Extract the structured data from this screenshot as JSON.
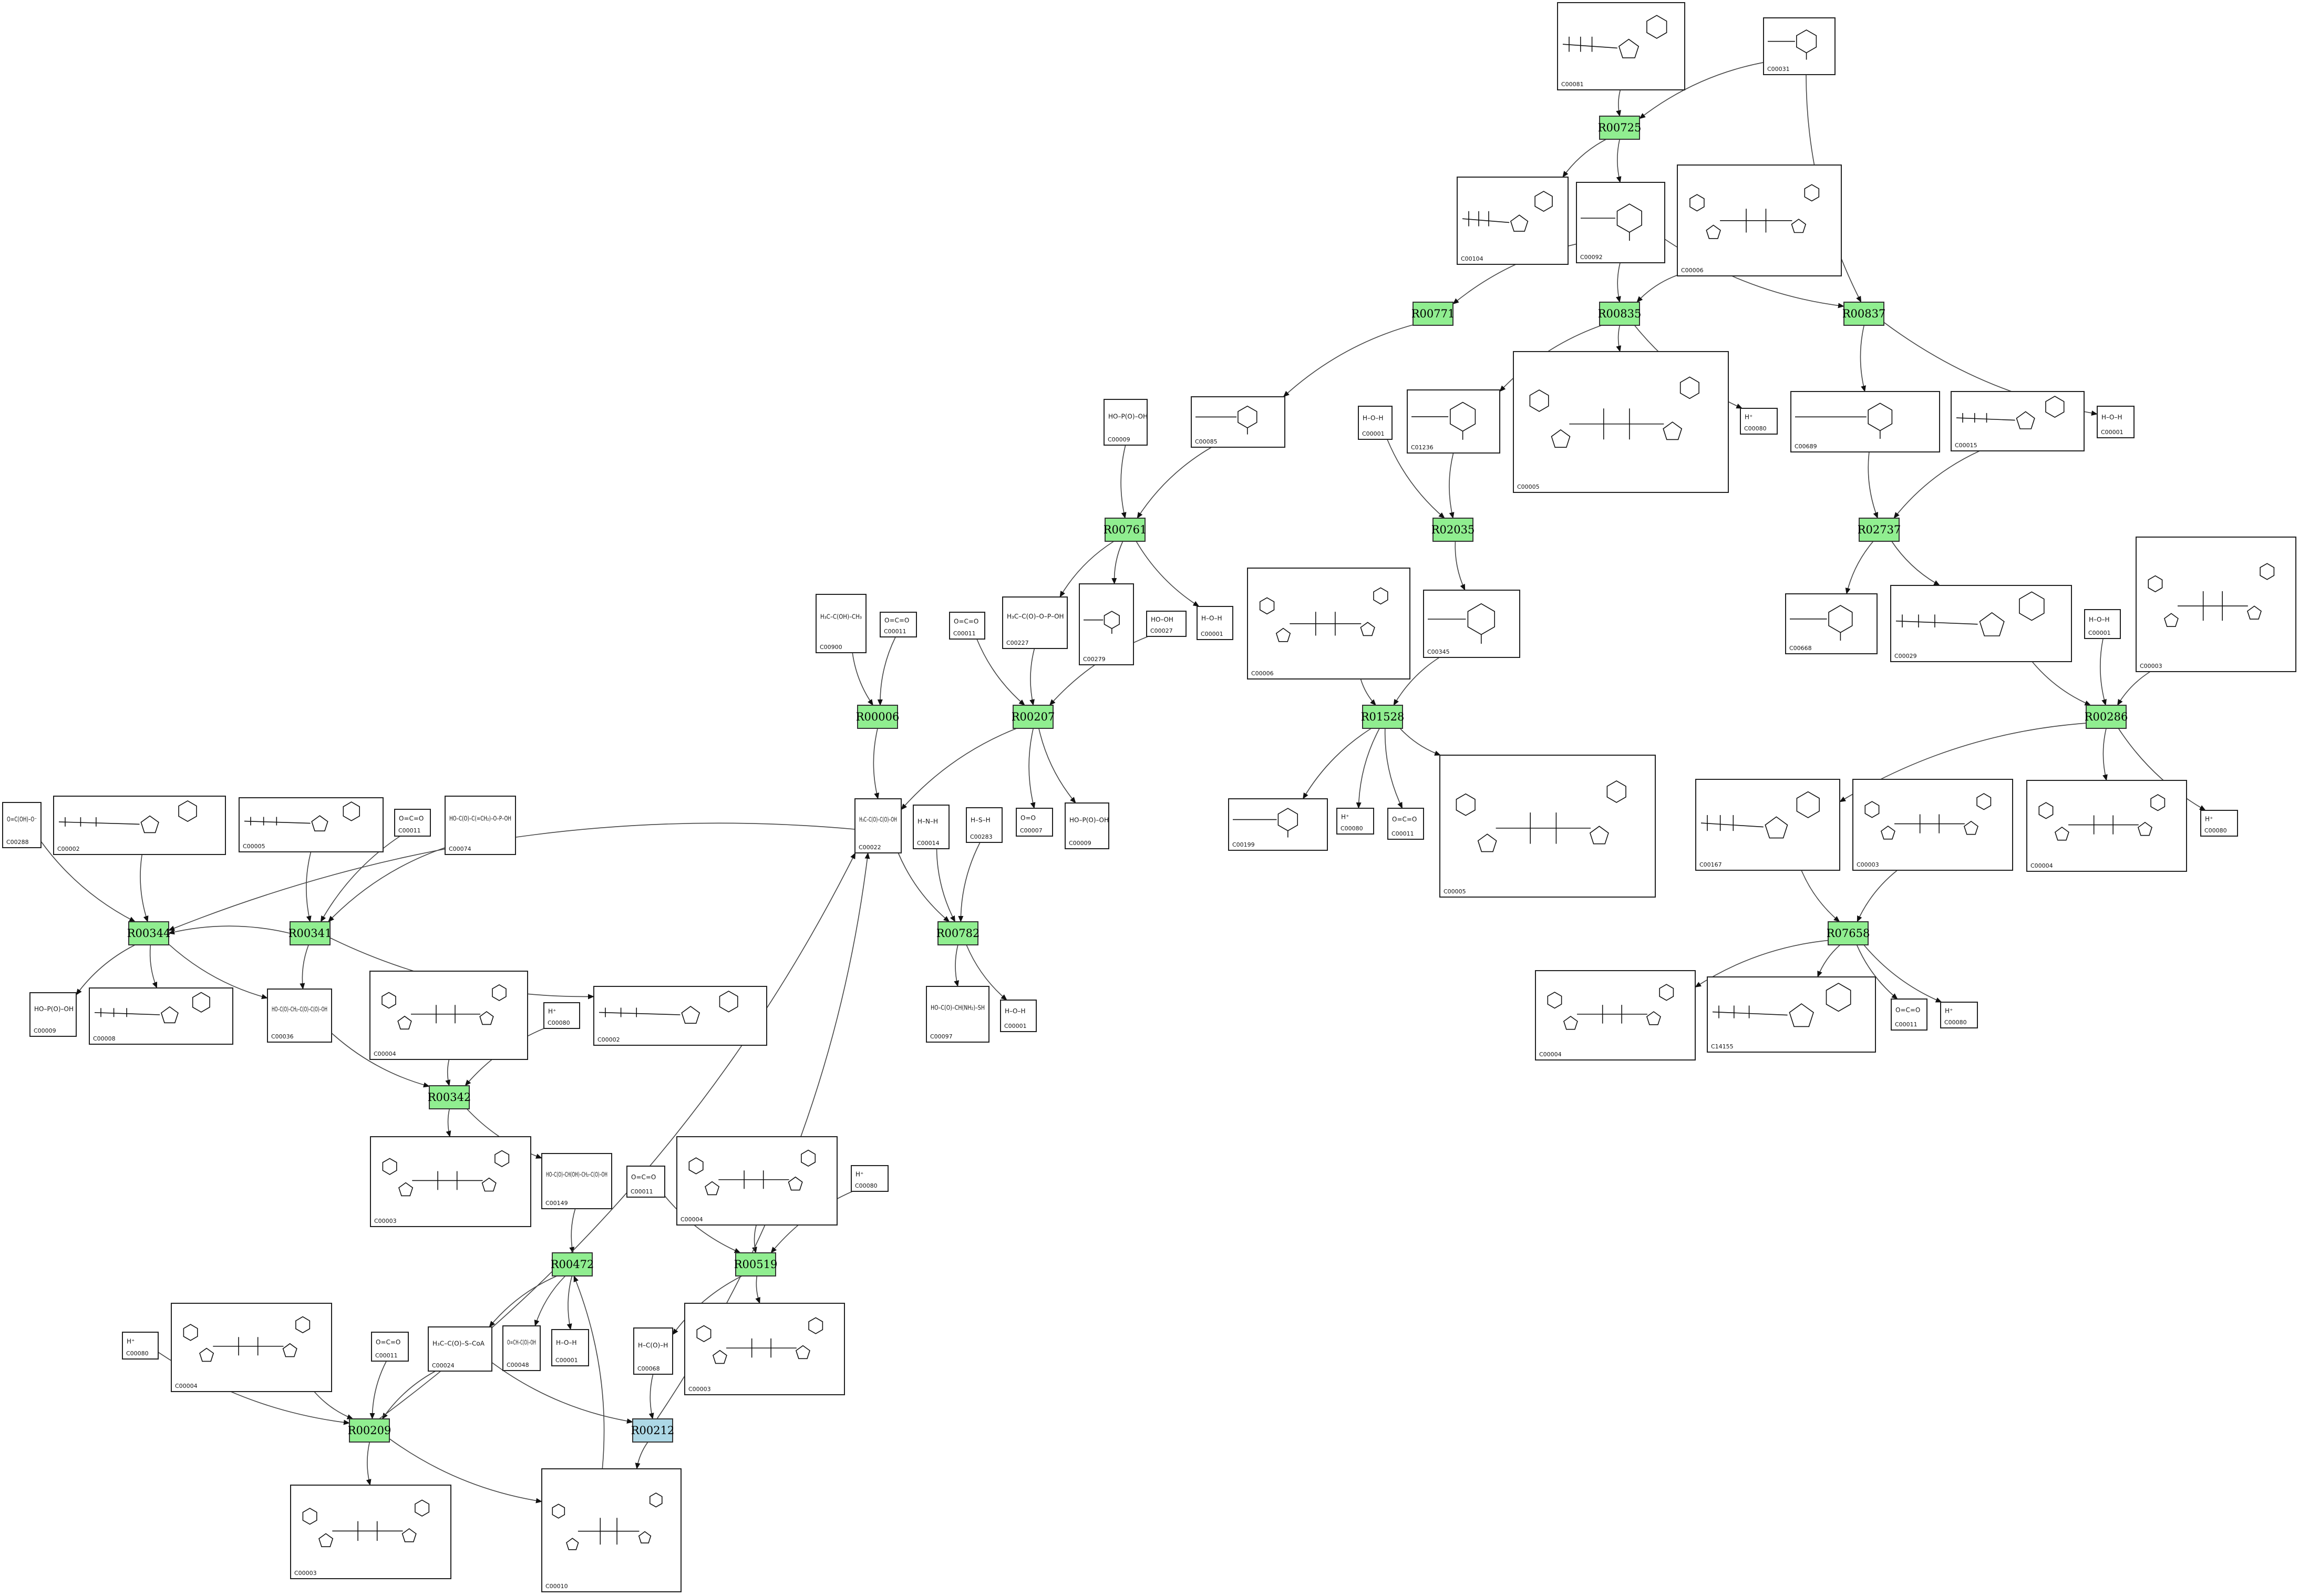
{
  "colors": {
    "reaction_fill": "#90ee90",
    "reaction_highlight_fill": "#add8e6",
    "line": "#444444",
    "box_border": "#222222"
  },
  "reactions": [
    {
      "id": "r00725",
      "label": "R00725",
      "highlight": false
    },
    {
      "id": "r00771",
      "label": "R00771",
      "highlight": false
    },
    {
      "id": "r00835",
      "label": "R00835",
      "highlight": false
    },
    {
      "id": "r00837",
      "label": "R00837",
      "highlight": false
    },
    {
      "id": "r00761",
      "label": "R00761",
      "highlight": false
    },
    {
      "id": "r02035",
      "label": "R02035",
      "highlight": false
    },
    {
      "id": "r02737",
      "label": "R02737",
      "highlight": false
    },
    {
      "id": "r00006",
      "label": "R00006",
      "highlight": false
    },
    {
      "id": "r00207",
      "label": "R00207",
      "highlight": false
    },
    {
      "id": "r01528",
      "label": "R01528",
      "highlight": false
    },
    {
      "id": "r00286",
      "label": "R00286",
      "highlight": false
    },
    {
      "id": "r00344",
      "label": "R00344",
      "highlight": false
    },
    {
      "id": "r00341",
      "label": "R00341",
      "highlight": false
    },
    {
      "id": "r00782",
      "label": "R00782",
      "highlight": false
    },
    {
      "id": "r07658",
      "label": "R07658",
      "highlight": false
    },
    {
      "id": "r00342",
      "label": "R00342",
      "highlight": false
    },
    {
      "id": "r00472",
      "label": "R00472",
      "highlight": false
    },
    {
      "id": "r00519",
      "label": "R00519",
      "highlight": false
    },
    {
      "id": "r00209",
      "label": "R00209",
      "highlight": false
    },
    {
      "id": "r00212",
      "label": "R00212",
      "highlight": true
    }
  ],
  "compounds": [
    {
      "id": "c00081",
      "code": "C00081",
      "kind": "nucleotide",
      "symbol": ""
    },
    {
      "id": "c00031_top",
      "code": "C00031",
      "kind": "sugar",
      "symbol": ""
    },
    {
      "id": "c00104",
      "code": "C00104",
      "kind": "nucleotide",
      "symbol": ""
    },
    {
      "id": "c00092",
      "code": "C00092",
      "kind": "sugar",
      "symbol": ""
    },
    {
      "id": "c00006_top",
      "code": "C00006",
      "kind": "dinucleotide",
      "symbol": ""
    },
    {
      "id": "c00009_a",
      "code": "C00009",
      "kind": "small",
      "symbol": "HO–P(O)–OH"
    },
    {
      "id": "c00085",
      "code": "C00085",
      "kind": "sugar",
      "symbol": ""
    },
    {
      "id": "c00001_a",
      "code": "C00001",
      "kind": "small",
      "symbol": "H–O–H"
    },
    {
      "id": "c01236",
      "code": "C01236",
      "kind": "sugar",
      "symbol": ""
    },
    {
      "id": "c00005_top",
      "code": "C00005",
      "kind": "dinucleotide",
      "symbol": ""
    },
    {
      "id": "c00080_a",
      "code": "C00080",
      "kind": "small",
      "symbol": "H⁺"
    },
    {
      "id": "c00689",
      "code": "C00689",
      "kind": "sugar",
      "symbol": ""
    },
    {
      "id": "c00015",
      "code": "C00015",
      "kind": "nucleotide",
      "symbol": ""
    },
    {
      "id": "c00001_b",
      "code": "C00001",
      "kind": "small",
      "symbol": "H–O–H"
    },
    {
      "id": "c00900",
      "code": "C00900",
      "kind": "small",
      "symbol": "H₃C–C(OH)–CH₃"
    },
    {
      "id": "c00011_a",
      "code": "C00011",
      "kind": "small",
      "symbol": "O=C=O"
    },
    {
      "id": "c00011_b",
      "code": "C00011",
      "kind": "small",
      "symbol": "O=C=O"
    },
    {
      "id": "c00227",
      "code": "C00227",
      "kind": "small",
      "symbol": "H₃C–C(O)–O–P–OH"
    },
    {
      "id": "c00279",
      "code": "C00279",
      "kind": "sugar",
      "symbol": ""
    },
    {
      "id": "c00027",
      "code": "C00027",
      "kind": "small",
      "symbol": "HO–OH"
    },
    {
      "id": "c00001_c",
      "code": "C00001",
      "kind": "small",
      "symbol": "H–O–H"
    },
    {
      "id": "c00006_mid",
      "code": "C00006",
      "kind": "dinucleotide",
      "symbol": ""
    },
    {
      "id": "c00345",
      "code": "C00345",
      "kind": "sugar",
      "symbol": ""
    },
    {
      "id": "c00668",
      "code": "C00668",
      "kind": "sugar",
      "symbol": ""
    },
    {
      "id": "c00029",
      "code": "C00029",
      "kind": "nucleotide",
      "symbol": ""
    },
    {
      "id": "c00001_d",
      "code": "C00001",
      "kind": "small",
      "symbol": "H–O–H"
    },
    {
      "id": "c00003_top",
      "code": "C00003",
      "kind": "dinucleotide",
      "symbol": ""
    },
    {
      "id": "c00022",
      "code": "C00022",
      "kind": "small",
      "symbol": "H₃C–C(O)–C(O)–OH"
    },
    {
      "id": "c00014",
      "code": "C00014",
      "kind": "small",
      "symbol": "H–N–H"
    },
    {
      "id": "c00283",
      "code": "C00283",
      "kind": "small",
      "symbol": "H–S–H"
    },
    {
      "id": "c00007",
      "code": "C00007",
      "kind": "small",
      "symbol": "O=O"
    },
    {
      "id": "c00009_b",
      "code": "C00009",
      "kind": "small",
      "symbol": "HO–P(O)–OH"
    },
    {
      "id": "c00199",
      "code": "C00199",
      "kind": "sugar",
      "symbol": ""
    },
    {
      "id": "c00080_b",
      "code": "C00080",
      "kind": "small",
      "symbol": "H⁺"
    },
    {
      "id": "c00011_c",
      "code": "C00011",
      "kind": "small",
      "symbol": "O=C=O"
    },
    {
      "id": "c00005_mid",
      "code": "C00005",
      "kind": "dinucleotide",
      "symbol": ""
    },
    {
      "id": "c00167",
      "code": "C00167",
      "kind": "nucleotide",
      "symbol": ""
    },
    {
      "id": "c00003_mid",
      "code": "C00003",
      "kind": "dinucleotide",
      "symbol": ""
    },
    {
      "id": "c00004_a",
      "code": "C00004",
      "kind": "dinucleotide",
      "symbol": ""
    },
    {
      "id": "c00080_c",
      "code": "C00080",
      "kind": "small",
      "symbol": "H⁺"
    },
    {
      "id": "c00288",
      "code": "C00288",
      "kind": "small",
      "symbol": "O=C(OH)–O⁻"
    },
    {
      "id": "c00002_a",
      "code": "C00002",
      "kind": "nucleotide",
      "symbol": ""
    },
    {
      "id": "c00005_left",
      "code": "C00005",
      "kind": "nucleotide",
      "symbol": ""
    },
    {
      "id": "c00011_d",
      "code": "C00011",
      "kind": "small",
      "symbol": "O=C=O"
    },
    {
      "id": "c00074",
      "code": "C00074",
      "kind": "small",
      "symbol": "HO–C(O)–C(=CH₂)–O–P–OH"
    },
    {
      "id": "c00009_c",
      "code": "C00009",
      "kind": "small",
      "symbol": "HO–P(O)–OH"
    },
    {
      "id": "c00008",
      "code": "C00008",
      "kind": "nucleotide",
      "symbol": ""
    },
    {
      "id": "c00036",
      "code": "C00036",
      "kind": "small",
      "symbol": "HO–C(O)–CH₂–C(O)–C(O)–OH"
    },
    {
      "id": "c00004_b",
      "code": "C00004",
      "kind": "dinucleotide",
      "symbol": ""
    },
    {
      "id": "c00080_d",
      "code": "C00080",
      "kind": "small",
      "symbol": "H⁺"
    },
    {
      "id": "c00002_b",
      "code": "C00002",
      "kind": "nucleotide",
      "symbol": ""
    },
    {
      "id": "c00097",
      "code": "C00097",
      "kind": "small",
      "symbol": "HO–C(O)–CH(NH₂)–SH"
    },
    {
      "id": "c00001_e",
      "code": "C00001",
      "kind": "small",
      "symbol": "H–O–H"
    },
    {
      "id": "c00004_c",
      "code": "C00004",
      "kind": "dinucleotide",
      "symbol": ""
    },
    {
      "id": "c14155",
      "code": "C14155",
      "kind": "nucleotide",
      "symbol": ""
    },
    {
      "id": "c00011_e",
      "code": "C00011",
      "kind": "small",
      "symbol": "O=C=O"
    },
    {
      "id": "c00080_e",
      "code": "C00080",
      "kind": "small",
      "symbol": "H⁺"
    },
    {
      "id": "c00004_d",
      "code": "C00004",
      "kind": "dinucleotide",
      "symbol": ""
    },
    {
      "id": "c00080_f",
      "code": "C00080",
      "kind": "small",
      "symbol": "H⁺"
    },
    {
      "id": "c00003_b",
      "code": "C00003",
      "kind": "dinucleotide",
      "symbol": ""
    },
    {
      "id": "c00149",
      "code": "C00149",
      "kind": "small",
      "symbol": "HO–C(O)–CH(OH)–CH₂–C(O)–OH"
    },
    {
      "id": "c00011_f",
      "code": "C00011",
      "kind": "small",
      "symbol": "O=C=O"
    },
    {
      "id": "c00004_e",
      "code": "C00004",
      "kind": "dinucleotide",
      "symbol": ""
    },
    {
      "id": "c00080_g",
      "code": "C00080",
      "kind": "small",
      "symbol": "H⁺"
    },
    {
      "id": "c00024",
      "code": "C00024",
      "kind": "small",
      "symbol": "H₃C–C(O)–S–CoA"
    },
    {
      "id": "c00048",
      "code": "C00048",
      "kind": "small",
      "symbol": "O=CH–C(O)–OH"
    },
    {
      "id": "c00001_f",
      "code": "C00001",
      "kind": "small",
      "symbol": "H–O–H"
    },
    {
      "id": "c00068",
      "code": "C00068",
      "kind": "small",
      "symbol": "H–C(O)–H"
    },
    {
      "id": "c00003_c",
      "code": "C00003",
      "kind": "dinucleotide",
      "symbol": ""
    },
    {
      "id": "c00080_h",
      "code": "C00080",
      "kind": "small",
      "symbol": "H⁺"
    },
    {
      "id": "c00004_f",
      "code": "C00004",
      "kind": "dinucleotide",
      "symbol": ""
    },
    {
      "id": "c00011_g",
      "code": "C00011",
      "kind": "small",
      "symbol": "O=C=O"
    },
    {
      "id": "c00003_d",
      "code": "C00003",
      "kind": "dinucleotide",
      "symbol": ""
    },
    {
      "id": "c00010",
      "code": "C00010",
      "kind": "dinucleotide",
      "symbol": ""
    }
  ],
  "edges": [
    [
      "c00081",
      "r00725"
    ],
    [
      "c00031_top",
      "r00725"
    ],
    [
      "c00031_top",
      "r00837"
    ],
    [
      "r00725",
      "c00104"
    ],
    [
      "r00725",
      "c00092"
    ],
    [
      "c00092",
      "r00771"
    ],
    [
      "c00092",
      "r00835"
    ],
    [
      "c00092",
      "r00837"
    ],
    [
      "c00006_top",
      "r00835"
    ],
    [
      "r00771",
      "c00085"
    ],
    [
      "r00835",
      "c01236"
    ],
    [
      "r00835",
      "c00005_top"
    ],
    [
      "r00835",
      "c00080_a"
    ],
    [
      "r00837",
      "c00689"
    ],
    [
      "r00837",
      "c00001_b"
    ],
    [
      "c00009_a",
      "r00761"
    ],
    [
      "c00085",
      "r00761"
    ],
    [
      "r00761",
      "c00227"
    ],
    [
      "r00761",
      "c00279"
    ],
    [
      "r00761",
      "c00001_c"
    ],
    [
      "c00001_a",
      "r02035"
    ],
    [
      "c01236",
      "r02035"
    ],
    [
      "r02035",
      "c00345"
    ],
    [
      "c00689",
      "r02737"
    ],
    [
      "c00015",
      "r02737"
    ],
    [
      "r02737",
      "c00668"
    ],
    [
      "r02737",
      "c00029"
    ],
    [
      "c00900",
      "r00006"
    ],
    [
      "c00011_a",
      "r00006"
    ],
    [
      "r00006",
      "c00022"
    ],
    [
      "c00011_b",
      "r00207"
    ],
    [
      "c00227",
      "r00207"
    ],
    [
      "c00027",
      "r00207"
    ],
    [
      "r00207",
      "c00022"
    ],
    [
      "r00207",
      "c00007"
    ],
    [
      "r00207",
      "c00009_b"
    ],
    [
      "c00006_mid",
      "r01528"
    ],
    [
      "c00345",
      "r01528"
    ],
    [
      "r01528",
      "c00199"
    ],
    [
      "r01528",
      "c00080_b"
    ],
    [
      "r01528",
      "c00011_c"
    ],
    [
      "r01528",
      "c00005_mid"
    ],
    [
      "c00029",
      "r00286"
    ],
    [
      "c00001_d",
      "r00286"
    ],
    [
      "c00003_top",
      "r00286"
    ],
    [
      "r00286",
      "c00167"
    ],
    [
      "r00286",
      "c00004_a"
    ],
    [
      "r00286",
      "c00080_c"
    ],
    [
      "c00288",
      "r00344"
    ],
    [
      "c00002_a",
      "r00344"
    ],
    [
      "c00022",
      "r00344"
    ],
    [
      "r00344",
      "c00009_c"
    ],
    [
      "r00344",
      "c00008"
    ],
    [
      "r00344",
      "c00036"
    ],
    [
      "c00005_left",
      "r00341"
    ],
    [
      "c00011_d",
      "r00341"
    ],
    [
      "c00074",
      "r00341"
    ],
    [
      "r00341",
      "c00036"
    ],
    [
      "r00341",
      "c00002_b"
    ],
    [
      "r00341",
      "r00344"
    ],
    [
      "c00022",
      "r00782"
    ],
    [
      "c00014",
      "r00782"
    ],
    [
      "c00283",
      "r00782"
    ],
    [
      "r00782",
      "c00097"
    ],
    [
      "r00782",
      "c00001_e"
    ],
    [
      "c00167",
      "r07658"
    ],
    [
      "c00003_mid",
      "r07658"
    ],
    [
      "r07658",
      "c00004_d"
    ],
    [
      "r07658",
      "c14155"
    ],
    [
      "r07658",
      "c00011_e"
    ],
    [
      "r07658",
      "c00080_e"
    ],
    [
      "c00036",
      "r00342"
    ],
    [
      "c00004_b",
      "r00342"
    ],
    [
      "c00080_d",
      "r00342"
    ],
    [
      "r00342",
      "c00003_b"
    ],
    [
      "r00342",
      "c00149"
    ],
    [
      "c00149",
      "r00472"
    ],
    [
      "r00472",
      "c00024"
    ],
    [
      "r00472",
      "c00048"
    ],
    [
      "r00472",
      "c00001_f"
    ],
    [
      "c00011_f",
      "r00519"
    ],
    [
      "c00004_e",
      "r00519"
    ],
    [
      "c00080_g",
      "r00519"
    ],
    [
      "r00519",
      "c00068"
    ],
    [
      "r00519",
      "c00003_c"
    ],
    [
      "c00080_h",
      "r00209"
    ],
    [
      "c00004_f",
      "r00209"
    ],
    [
      "c00011_g",
      "r00209"
    ],
    [
      "c00024",
      "r00209"
    ],
    [
      "r00209",
      "c00003_d"
    ],
    [
      "r00209",
      "c00010"
    ],
    [
      "r00209",
      "c00022"
    ],
    [
      "c00068",
      "r00212"
    ],
    [
      "c00024",
      "r00212"
    ],
    [
      "r00212",
      "c00010"
    ],
    [
      "r00212",
      "c00022"
    ],
    [
      "c00010",
      "r00472"
    ]
  ]
}
